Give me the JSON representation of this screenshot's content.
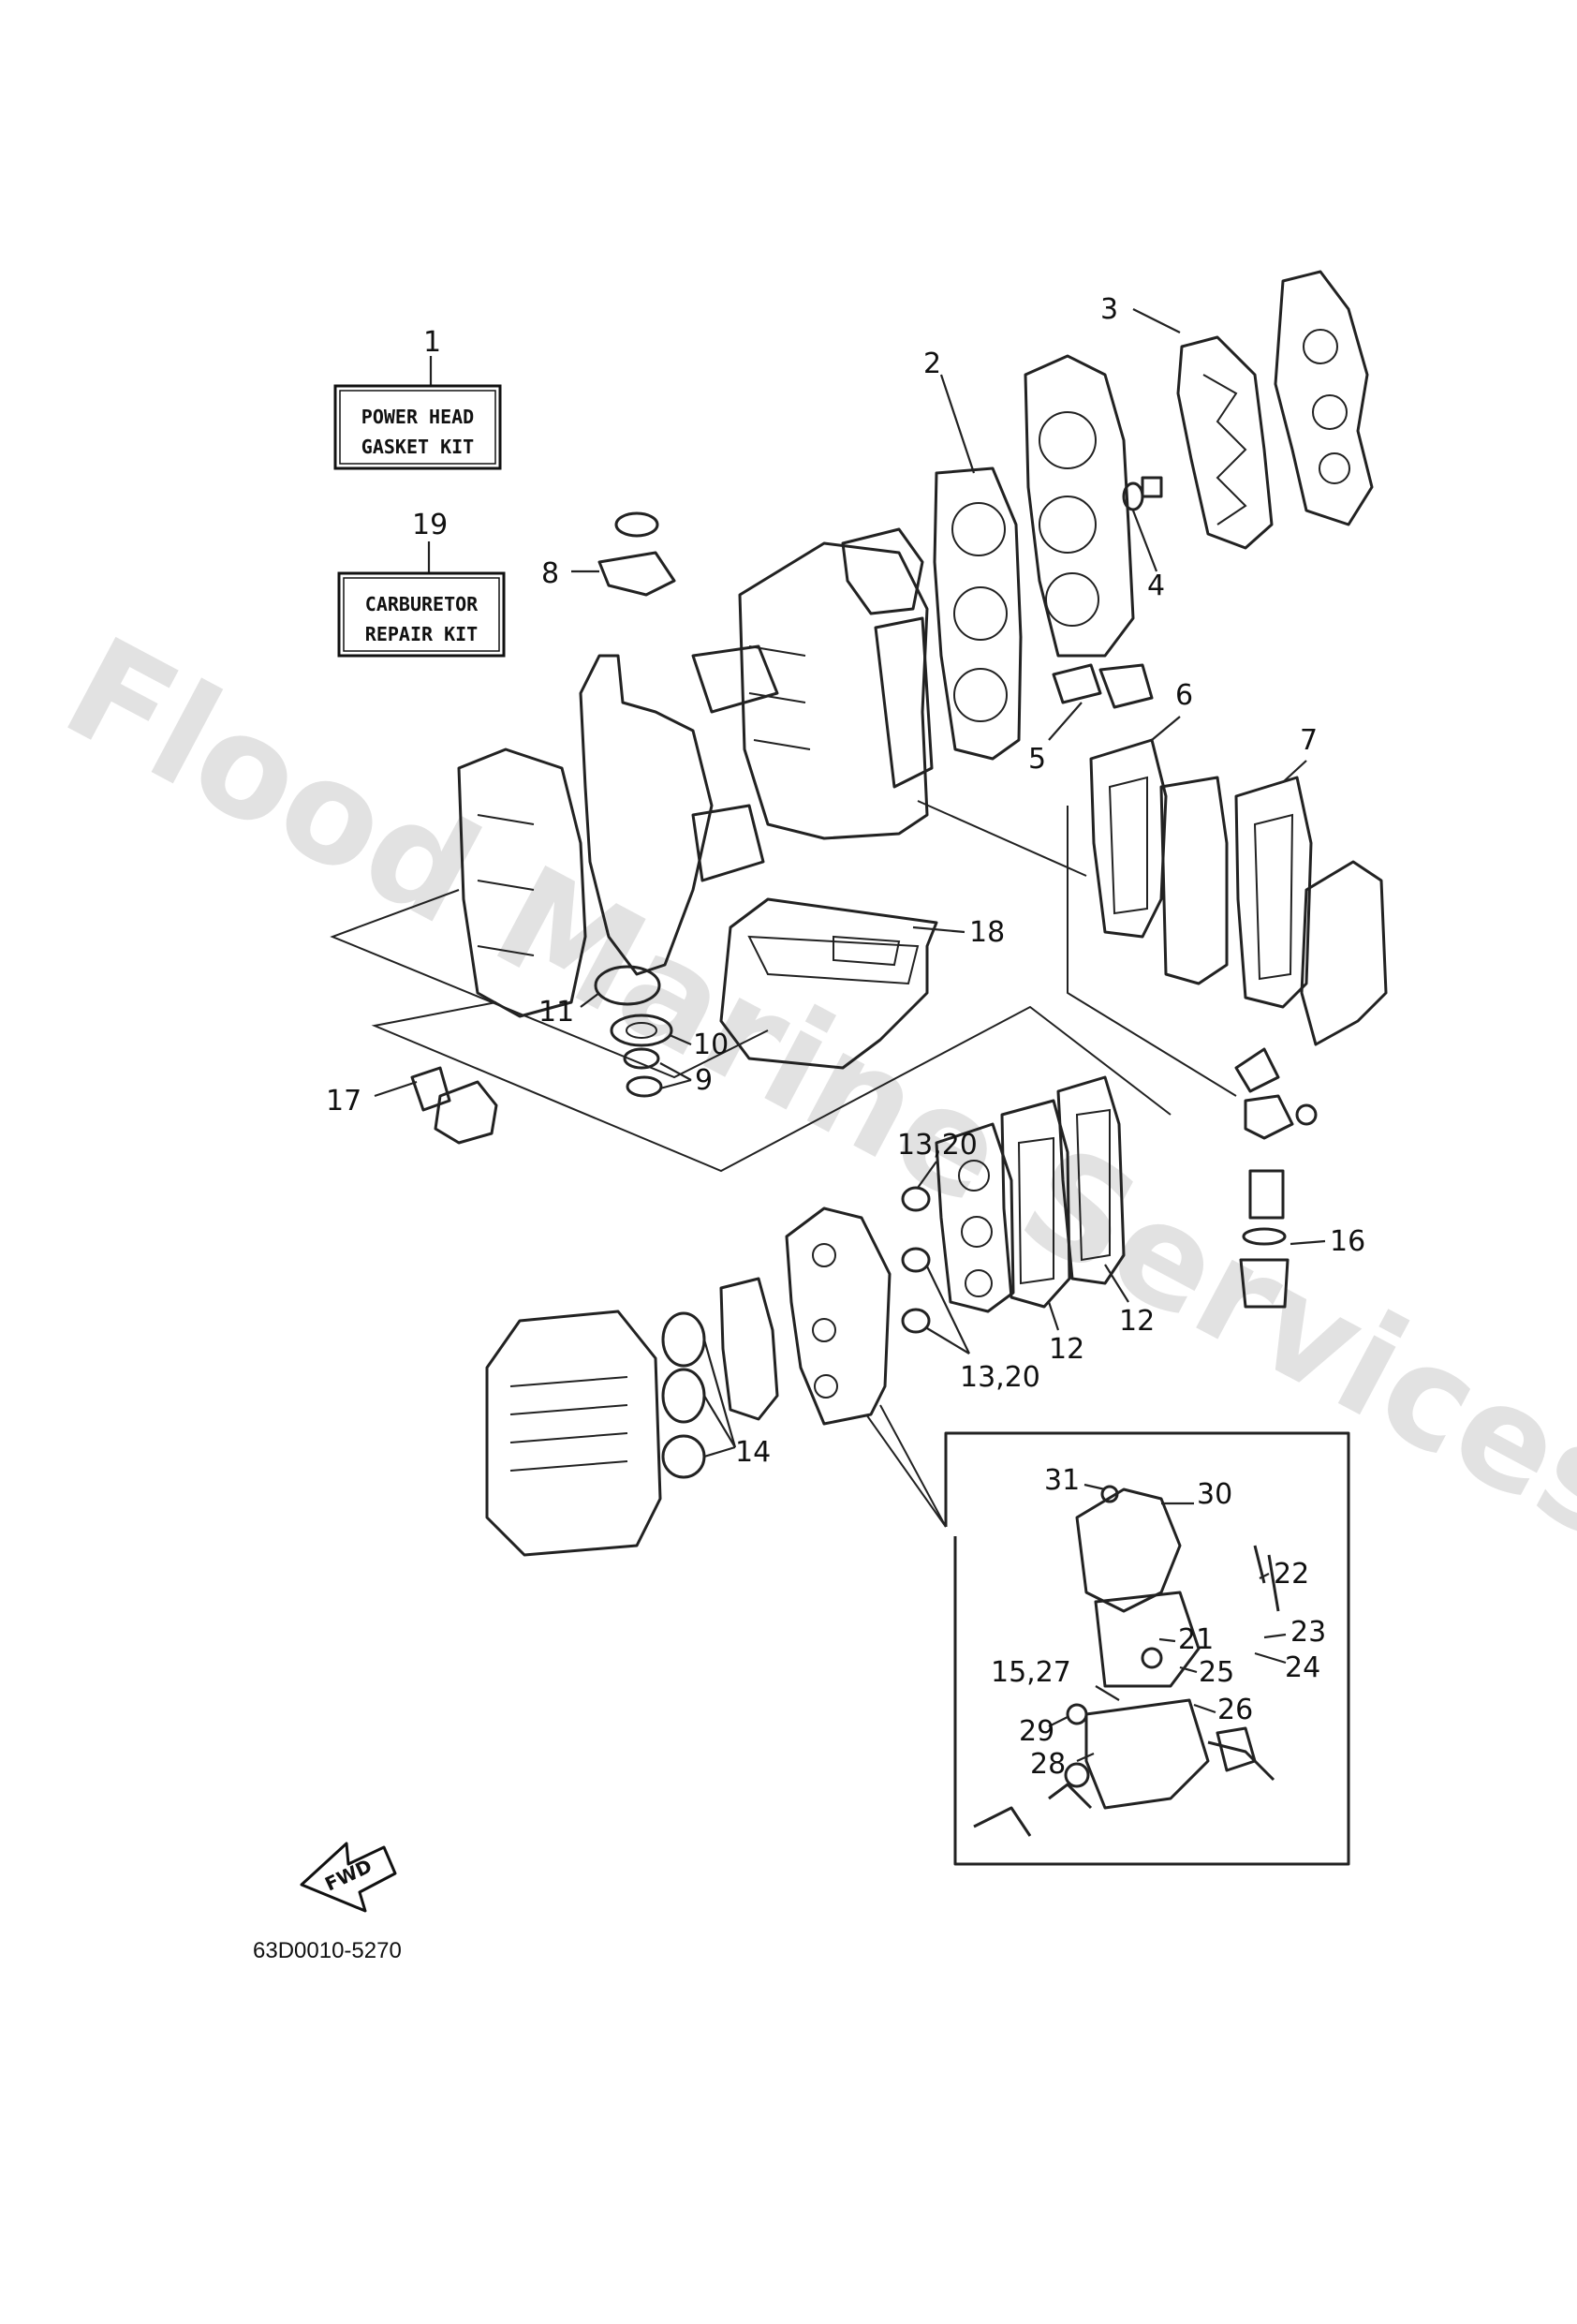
{
  "kits": {
    "power_head": {
      "number": "1",
      "line1": "POWER HEAD",
      "line2": "GASKET KIT"
    },
    "carburetor": {
      "number": "19",
      "line1": "CARBURETOR",
      "line2": "REPAIR KIT"
    }
  },
  "callouts": {
    "c2": "2",
    "c3": "3",
    "c4": "4",
    "c5": "5",
    "c6": "6",
    "c7": "7",
    "c8": "8",
    "c9": "9",
    "c10": "10",
    "c11": "11",
    "c12a": "12",
    "c12b": "12",
    "c13_20a": "13,20",
    "c13_20b": "13,20",
    "c14": "14",
    "c16": "16",
    "c17": "17",
    "c18": "18",
    "c21": "21",
    "c22": "22",
    "c23": "23",
    "c24": "24",
    "c25": "25",
    "c26": "26",
    "c15_27": "15,27",
    "c28": "28",
    "c29": "29",
    "c30": "30",
    "c31": "31"
  },
  "fwd_label": "FWD",
  "part_code": "63D0010-5270",
  "watermark": "Flood Marine Services"
}
